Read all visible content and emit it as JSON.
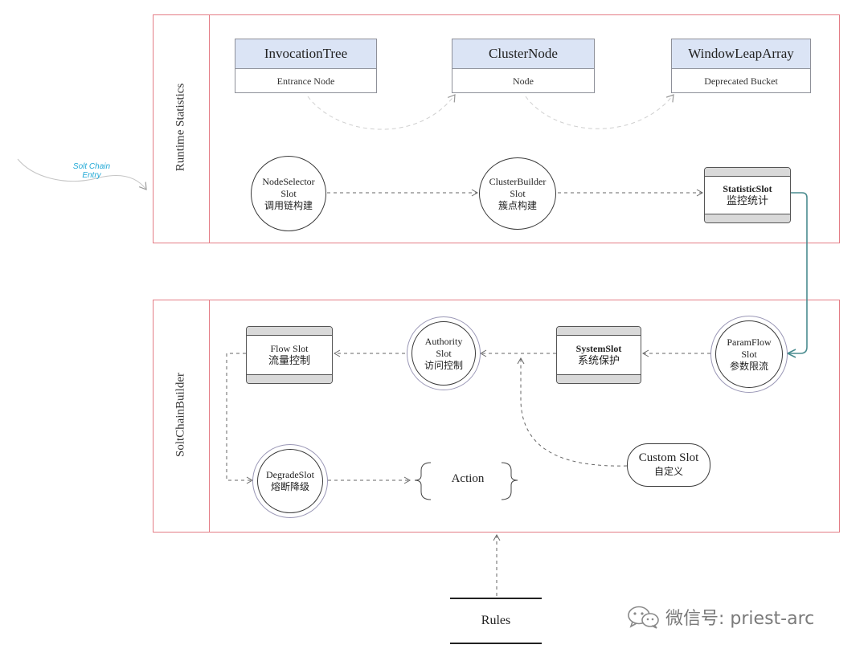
{
  "lanes": {
    "runtime": {
      "title": "Runtime Statistics"
    },
    "builder": {
      "title": "SoltChainBuilder"
    }
  },
  "entry": {
    "line1": "Solt Chain",
    "line2": "Entry"
  },
  "headers": [
    {
      "title": "InvocationTree",
      "sub": "Entrance Node"
    },
    {
      "title": "ClusterNode",
      "sub": "Node"
    },
    {
      "title": "WindowLeapArray",
      "sub": "Deprecated Bucket"
    }
  ],
  "runtime_nodes": {
    "node_selector": {
      "line1": "NodeSelector",
      "line2": "Slot",
      "line3": "调用链构建"
    },
    "cluster_builder": {
      "line1": "ClusterBuilder",
      "line2": "Slot",
      "line3": "簇点构建"
    },
    "statistic": {
      "line1": "StatisticSlot",
      "line2": "监控统计"
    }
  },
  "builder_nodes": {
    "flow": {
      "line1": "Flow Slot",
      "line2": "流量控制"
    },
    "authority": {
      "line1": "Authority",
      "line2": "Slot",
      "line3": "访问控制"
    },
    "system": {
      "line1": "SystemSlot",
      "line2": "系统保护"
    },
    "param_flow": {
      "line1": "ParamFlow",
      "line2": "Slot",
      "line3": "参数限流"
    },
    "degrade": {
      "line1": "DegradeSlot",
      "line2": "熔断降级"
    },
    "action": {
      "label": "Action"
    },
    "custom": {
      "line1": "Custom Slot",
      "line2": "自定义"
    }
  },
  "rules": {
    "label": "Rules"
  },
  "watermark": {
    "text": "微信号: priest-arc"
  },
  "colors": {
    "lane_border": "#e47d86",
    "header_fill": "#dbe4f5",
    "entry_text": "#22a9d6",
    "connector_teal": "#4a8c8f"
  }
}
